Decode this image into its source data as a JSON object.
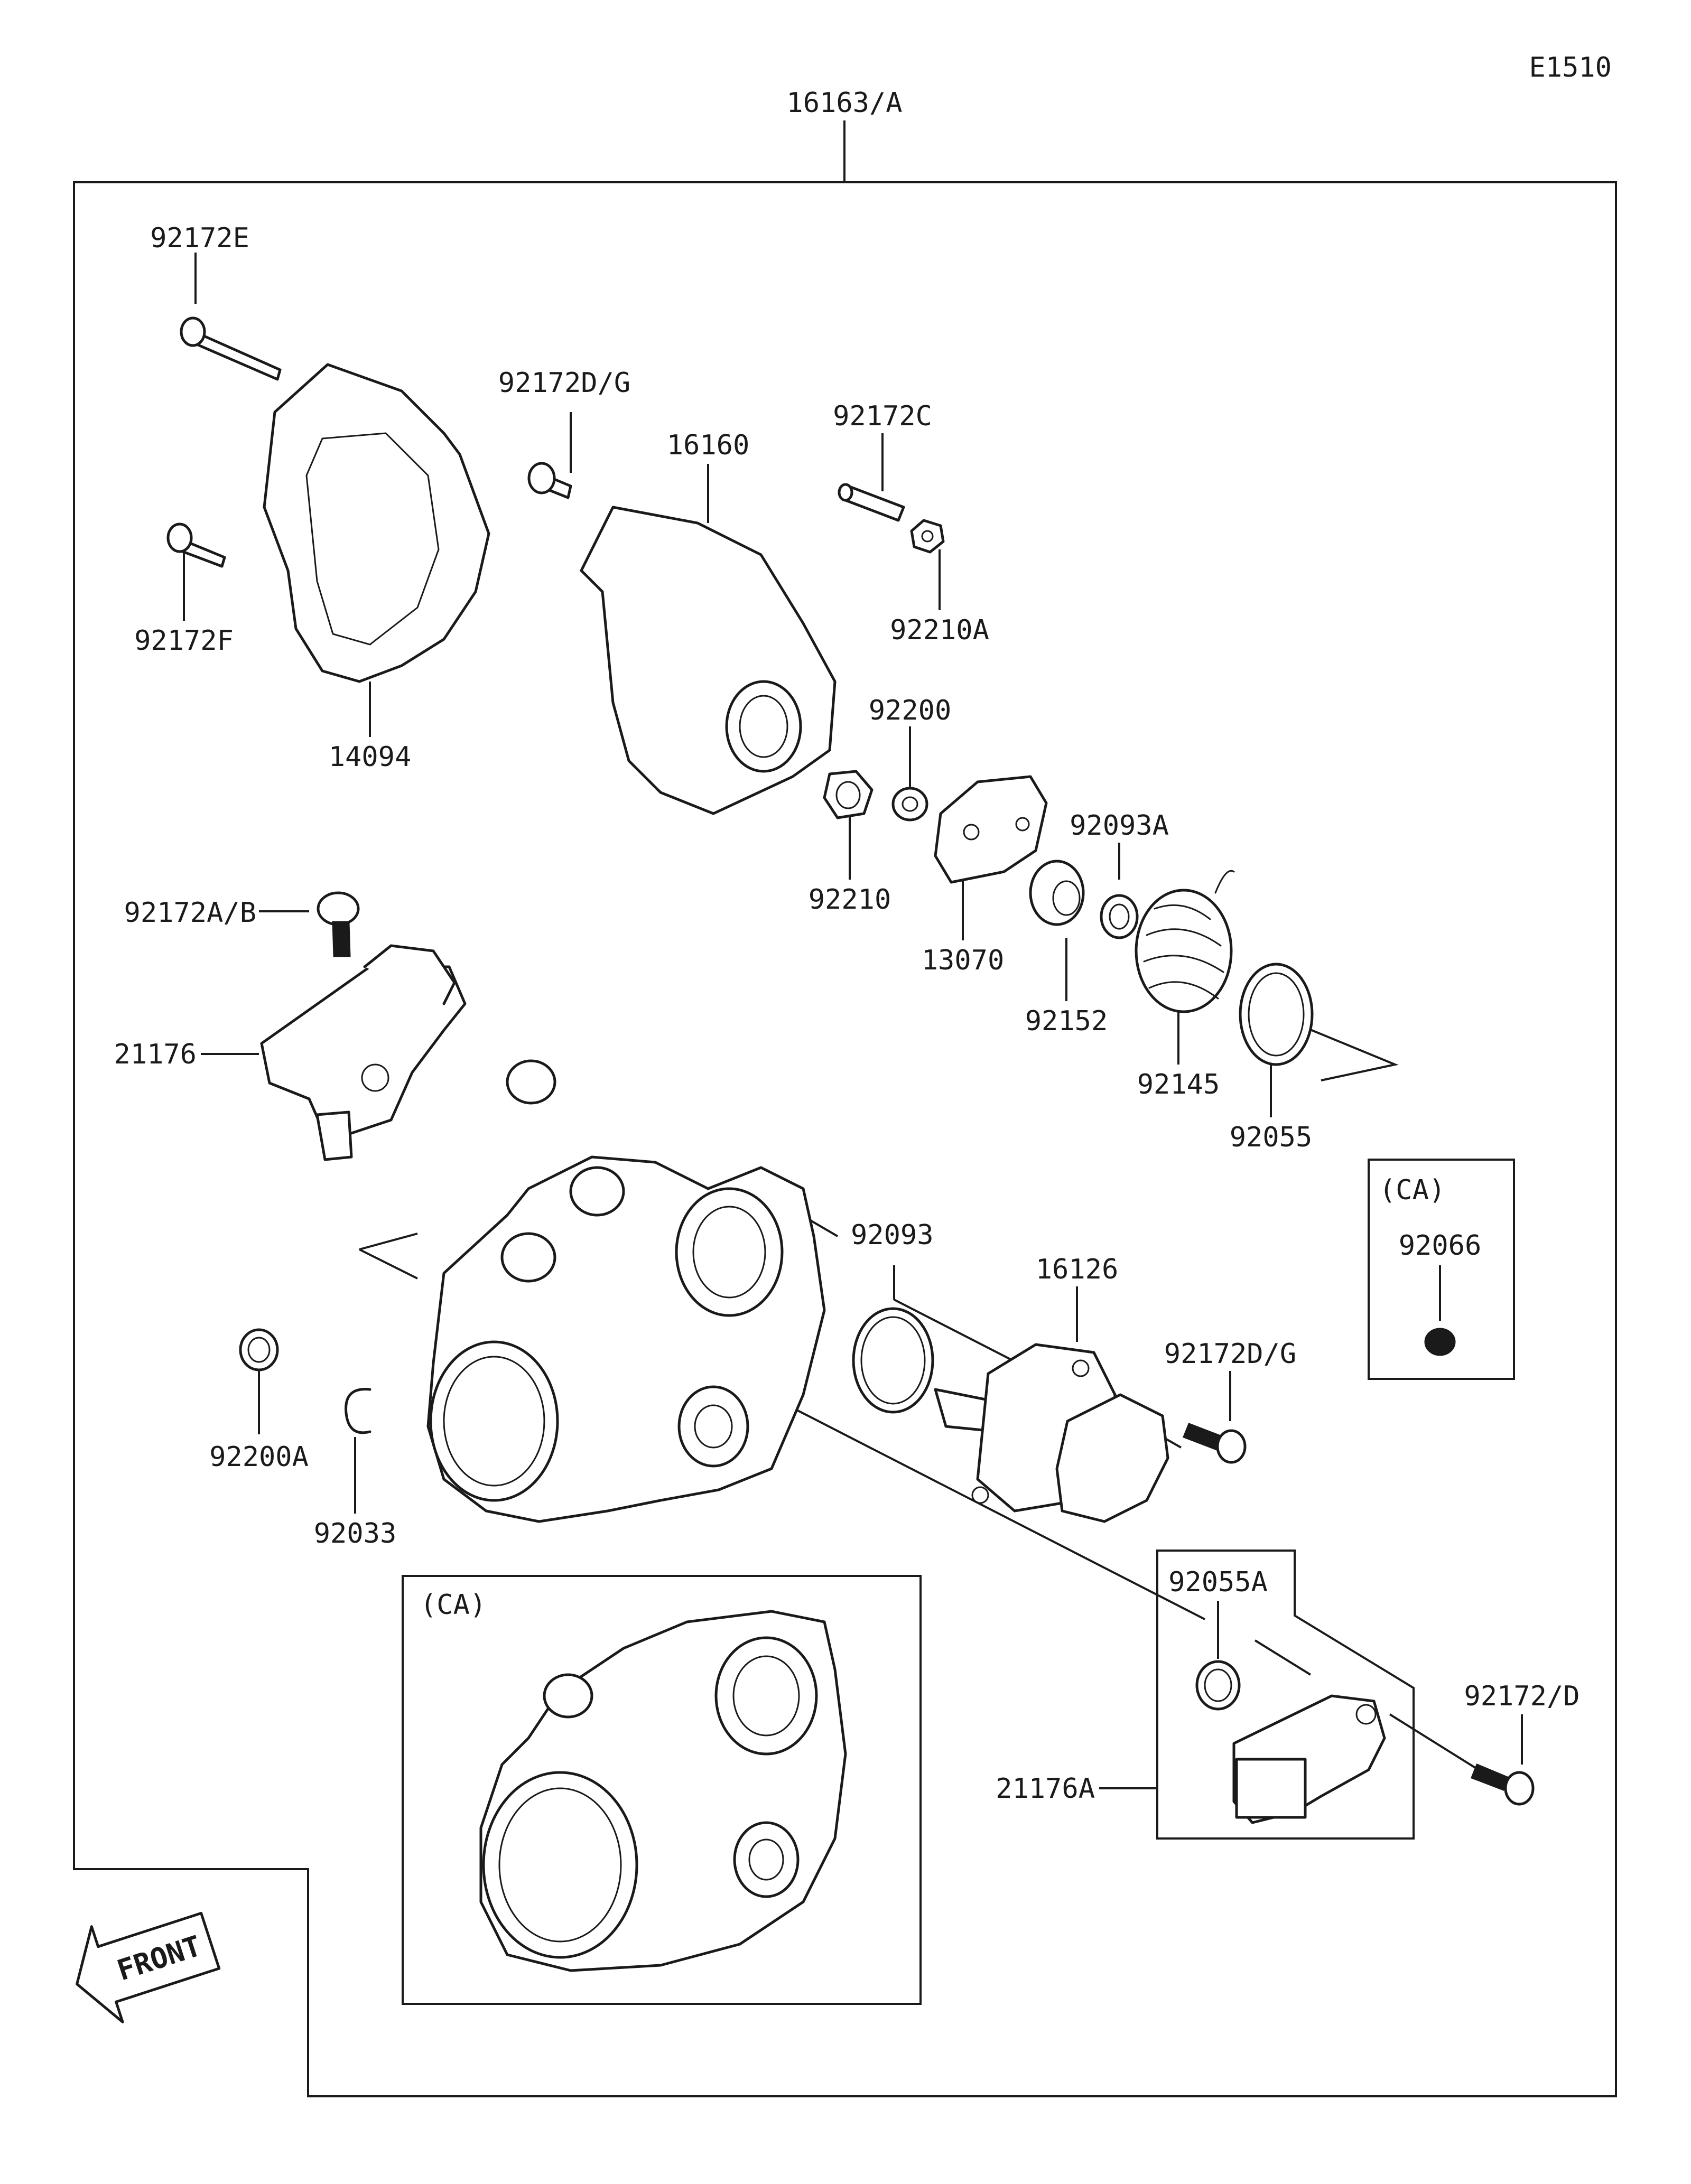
{
  "diagram": {
    "page_code": "E1510",
    "assembly_label": "16163/A",
    "variant_box_label": "(CA)",
    "front_arrow_text": "FRONT",
    "part_labels": {
      "p92172E": "92172E",
      "p92172DG_top": "92172D/G",
      "p16160": "16160",
      "p92172C": "92172C",
      "p92210A": "92210A",
      "p92172F": "92172F",
      "p14094": "14094",
      "p92200": "92200",
      "p92210": "92210",
      "p92093A": "92093A",
      "p13070": "13070",
      "p92152": "92152",
      "p92145": "92145",
      "p92055": "92055",
      "p92172AB": "92172A/B",
      "p21176": "21176",
      "p92066": "92066",
      "p92093": "92093",
      "p16126": "16126",
      "p92172DG_mid": "92172D/G",
      "p92200A": "92200A",
      "p92033": "92033",
      "p92055A": "92055A",
      "p92172D": "92172/D",
      "p21176A": "21176A"
    },
    "colors": {
      "ink": "#1a1a1a",
      "paper": "#ffffff"
    },
    "icons": [
      "front-arrow-icon"
    ]
  }
}
